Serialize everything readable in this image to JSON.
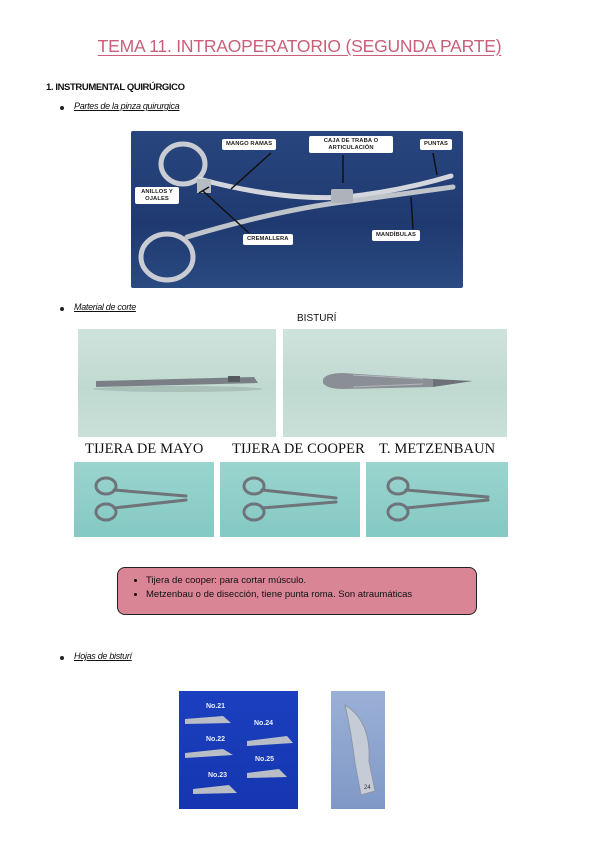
{
  "page": {
    "title": "TEMA 11. INTRAOPERATORIO (SEGUNDA PARTE)",
    "section_heading": "1. INSTRUMENTAL QUIRÚRGICO"
  },
  "bullets": {
    "partes": "Partes de la pinza quirurgica",
    "corte": "Material de corte",
    "hojas": "Hojas de bisturí"
  },
  "pinza_labels": {
    "mango": "MANGO RAMAS",
    "caja": "CAJA DE TRABA O ARTICULACIÓN",
    "puntas": "PUNTAS",
    "anillos": "ANILLOS Y OJALES",
    "cremallera": "CREMALLERA",
    "mandibulas": "MANDÍBULAS"
  },
  "corte": {
    "bisturi_label": "BISTURÍ",
    "tijera_mayo": "TIJERA DE MAYO",
    "tijera_cooper": "TIJERA DE COOPER",
    "t_metzenbaun": "T. METZENBAUN"
  },
  "note": {
    "items": [
      "Tijera de cooper: para cortar músculo.",
      "Metzenbau o de disección, tiene punta roma. Son atraumáticas"
    ]
  },
  "blades": {
    "labels": [
      "No.21",
      "No.24",
      "No.22",
      "No.25",
      "No.23"
    ],
    "single_label": "24"
  }
}
